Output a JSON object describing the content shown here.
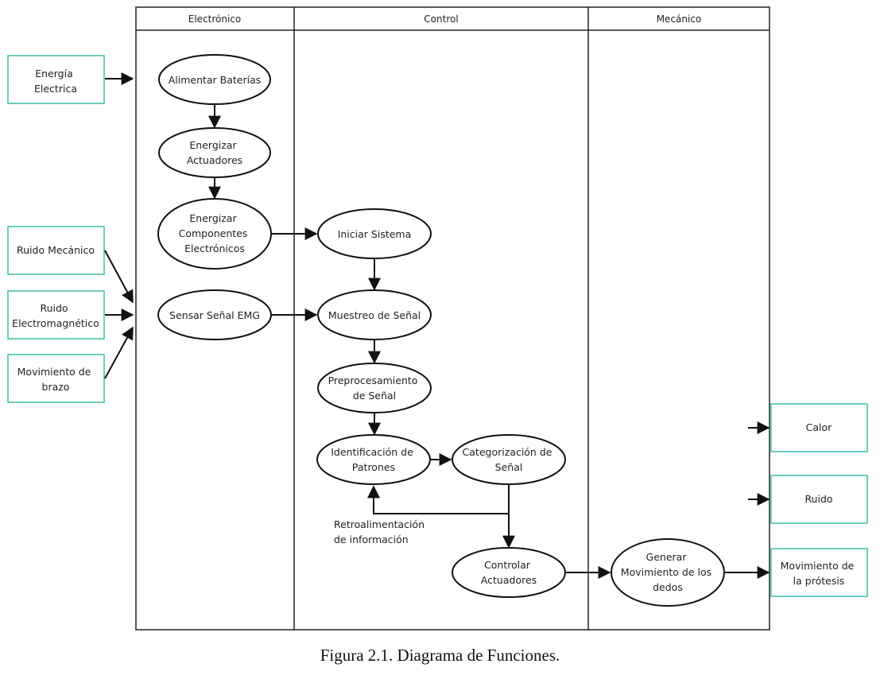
{
  "lanes": {
    "electronico": "Electrónico",
    "control": "Control",
    "mecanico": "Mecánico"
  },
  "inputs": {
    "energia": [
      "Energía",
      "Electrica"
    ],
    "ruido_mecanico": [
      "Ruido Mecánico"
    ],
    "ruido_em": [
      "Ruido",
      "Electromagnético"
    ],
    "movimiento_brazo": [
      "Movimiento de",
      "brazo"
    ]
  },
  "functions": {
    "alimentar": [
      "Alimentar Baterías"
    ],
    "energizar_act": [
      "Energizar",
      "Actuadores"
    ],
    "energizar_comp": [
      "Energizar",
      "Componentes",
      "Electrónicos"
    ],
    "sensar": [
      "Sensar Señal EMG"
    ],
    "iniciar": [
      "Iniciar Sistema"
    ],
    "muestreo": [
      "Muestreo de Señal"
    ],
    "preproc": [
      "Preprocesamiento",
      "de Señal"
    ],
    "identificacion": [
      "Identificación de",
      "Patrones"
    ],
    "categorizacion": [
      "Categorización de",
      "Señal"
    ],
    "controlar": [
      "Controlar",
      "Actuadores"
    ],
    "generar": [
      "Generar",
      "Movimiento de los",
      "dedos"
    ]
  },
  "feedback_label": [
    "Retroalimentación",
    "de información"
  ],
  "outputs": {
    "calor": [
      "Calor"
    ],
    "ruido": [
      "Ruido"
    ],
    "movimiento_protesis": [
      "Movimiento de",
      "la prótesis"
    ]
  },
  "colors": {
    "box_border": "#3dbfa8",
    "line": "#111111"
  },
  "caption": "Figura 2.1. Diagrama de Funciones."
}
